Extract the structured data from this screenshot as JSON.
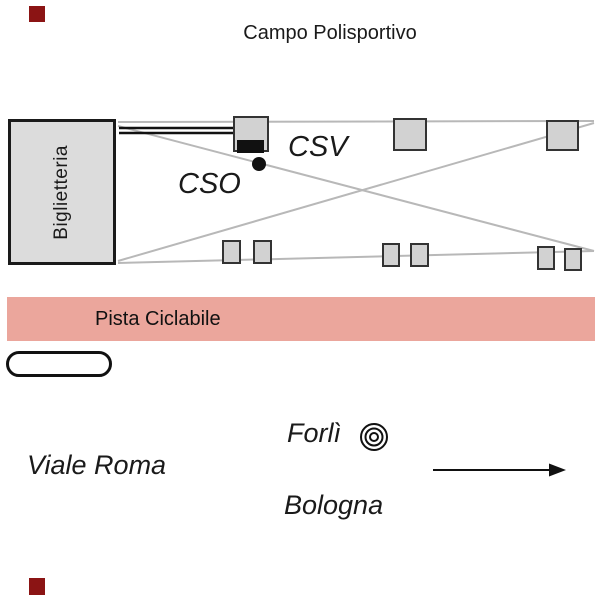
{
  "title": "Campo Polisportivo",
  "diagram": {
    "biglietteria": "Biglietteria",
    "csv": "CSV",
    "cso": "CSO",
    "pista_ciclabile": "Pista Ciclabile",
    "viale_roma": "Viale Roma",
    "forli": "Forlì",
    "bologna": "Bologna"
  },
  "icons": {
    "target_icon": "concentric-circles ◎ (next to Forlì)",
    "direction_arrow_icon": "right-arrow → (toward Bologna)"
  },
  "colors": {
    "band_color": "#EBA69C",
    "marker_color": "#8B1414",
    "square_fill": "#D2D2D2",
    "square_stroke": "#333333",
    "field_line_color": "#B8B8B8"
  }
}
